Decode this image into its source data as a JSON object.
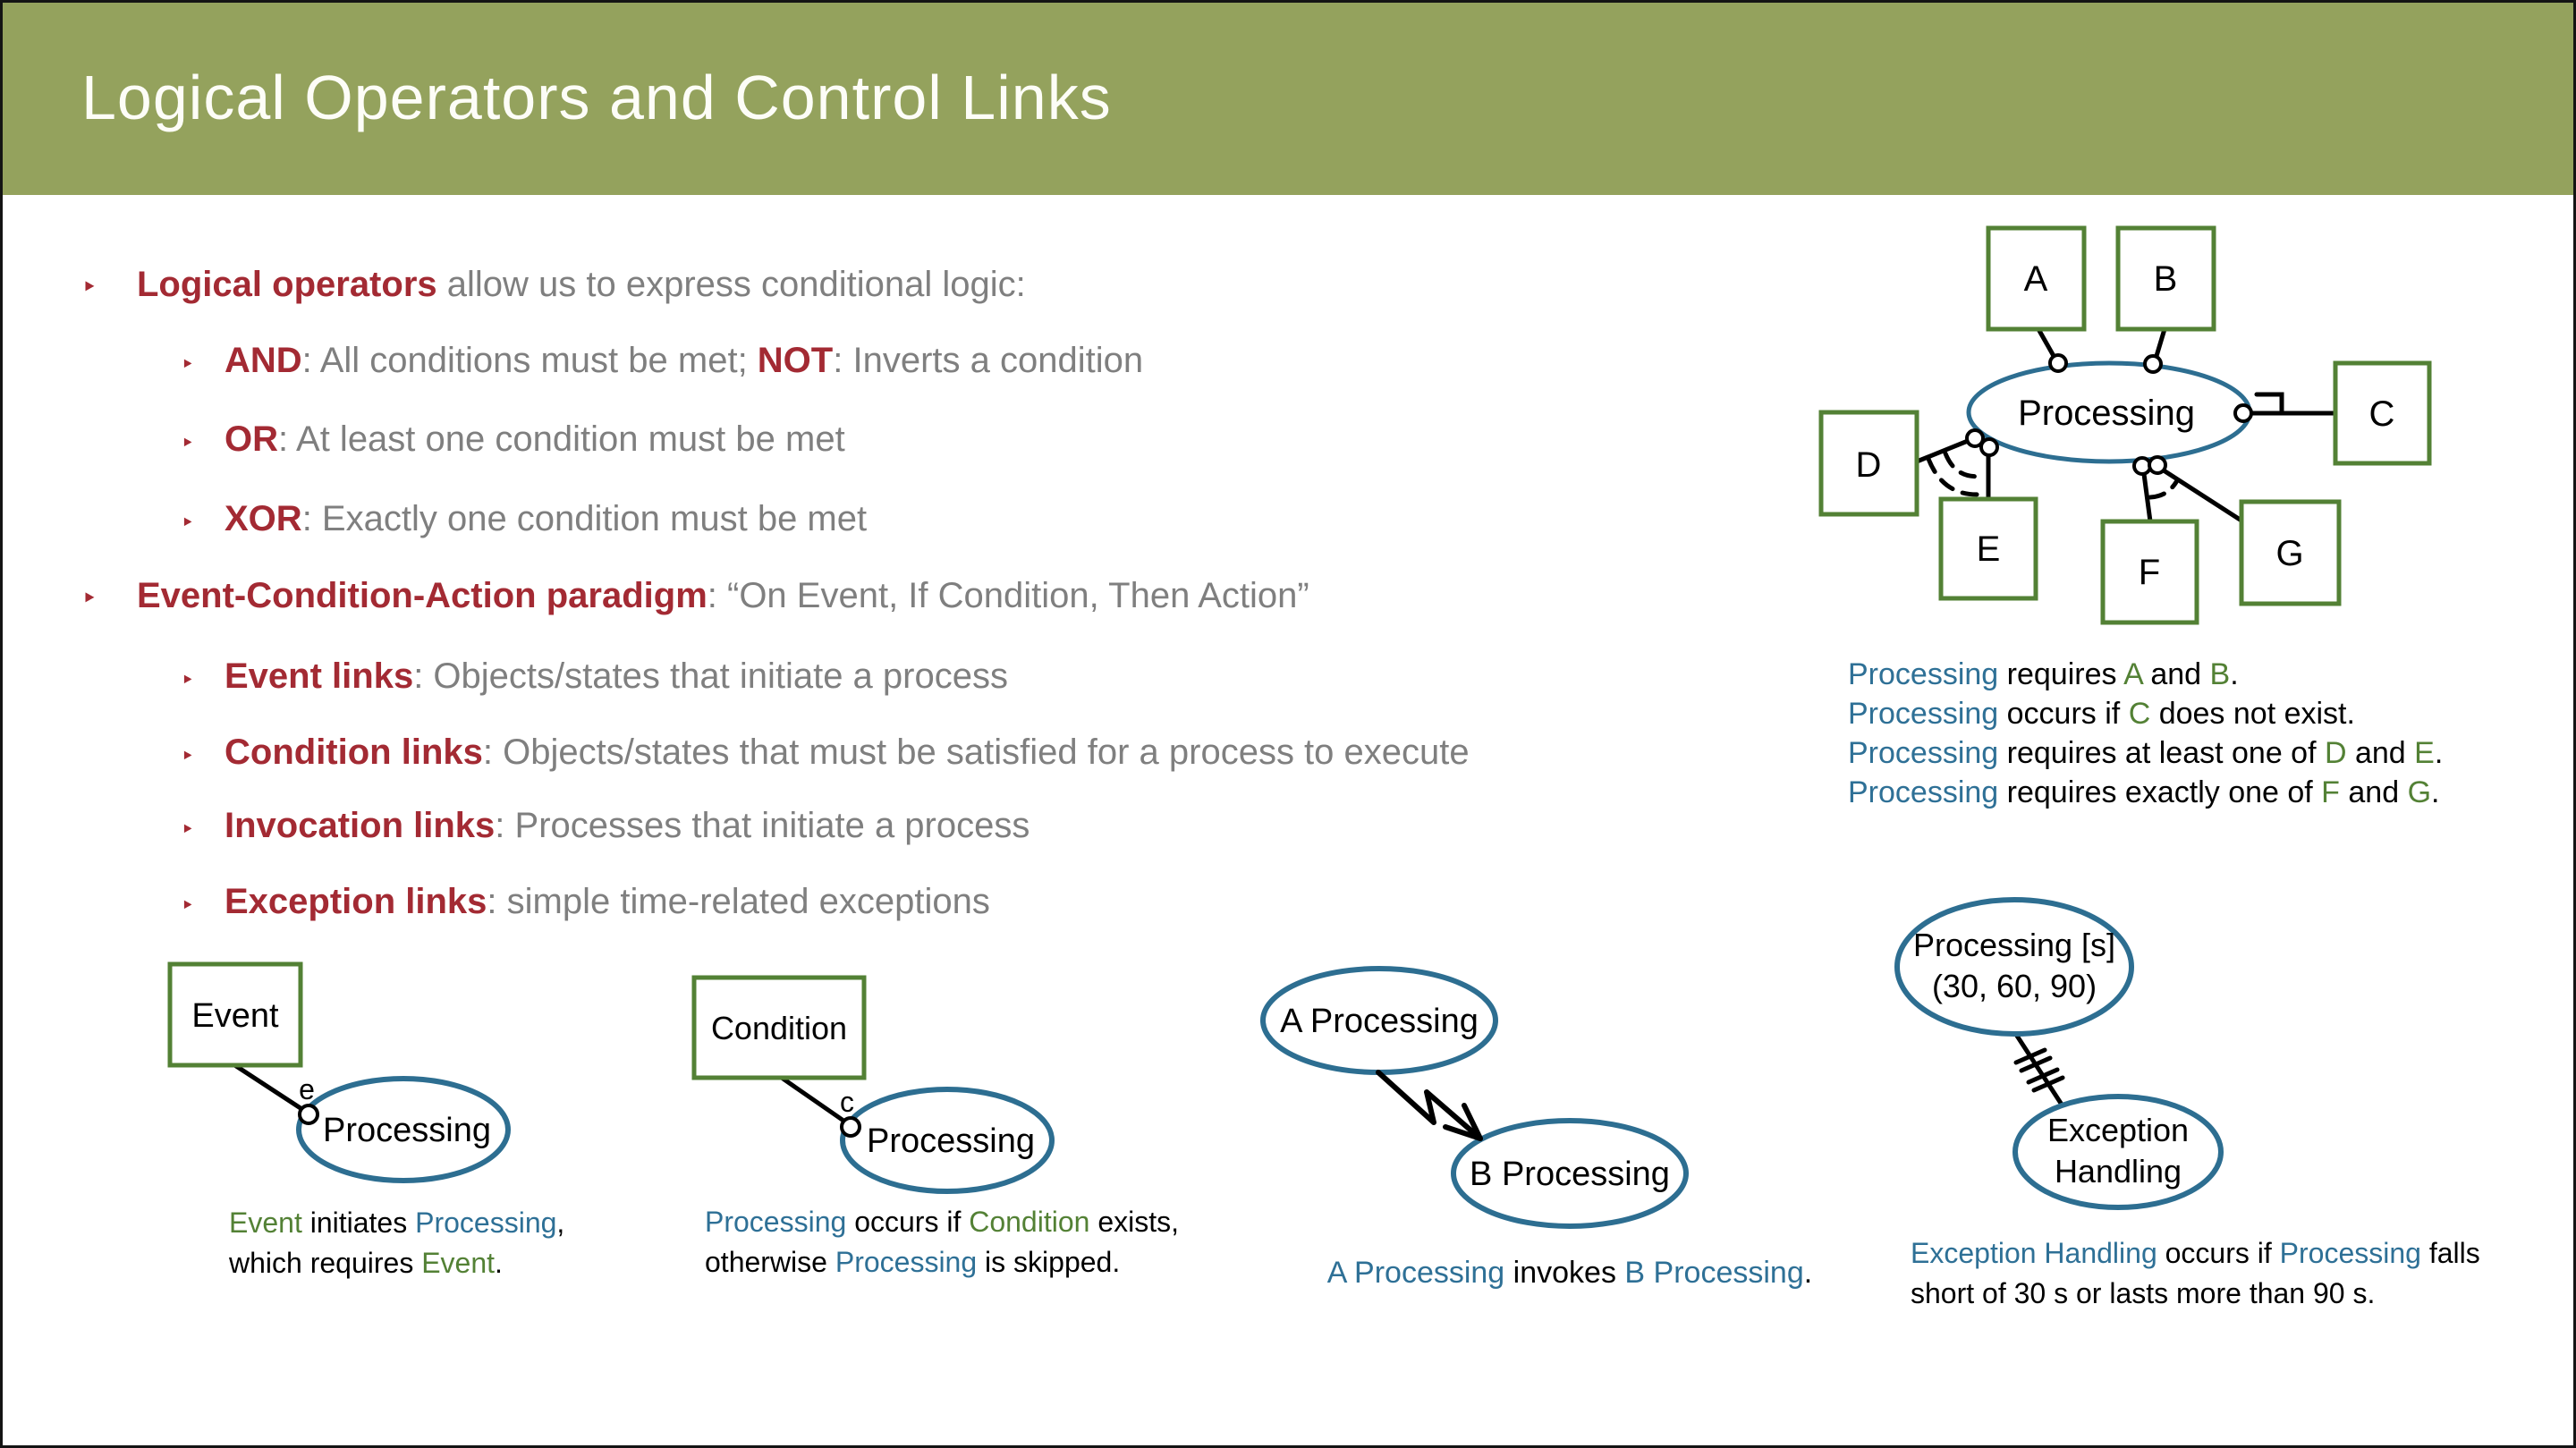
{
  "slide": {
    "title": "Logical Operators and Control Links"
  },
  "colors": {
    "title_bar_green": "#94A25D",
    "accent_red": "#A32A33",
    "body_gray": "#7F7F7F",
    "object_green": "#538135",
    "process_blue": "#2E7096",
    "ink_black": "#000000"
  },
  "bullets": {
    "marker": "‣",
    "b1": {
      "lead": "Logical operators",
      "rest": " allow us to express conditional logic:"
    },
    "b2": {
      "lead": "AND",
      "mid": ": All conditions must be met; ",
      "lead2": "NOT",
      "rest": ": Inverts a condition"
    },
    "b3": {
      "lead": "OR",
      "rest": ": At least one condition must be met"
    },
    "b4": {
      "lead": "XOR",
      "rest": ": Exactly one condition must be met"
    },
    "b5": {
      "lead": "Event-Condition-Action paradigm",
      "rest": ": “On Event, If Condition, Then Action”"
    },
    "b6": {
      "lead": "Event links",
      "rest": ": Objects/states that initiate a process"
    },
    "b7": {
      "lead": "Condition links",
      "rest": ": Objects/states that must be satisfied for a process to execute"
    },
    "b8": {
      "lead": "Invocation links",
      "rest": ": Processes that initiate a process"
    },
    "b9": {
      "lead": "Exception links",
      "rest": ": simple time-related exceptions"
    }
  },
  "opm": {
    "process": "Processing",
    "objects": {
      "a": "A",
      "b": "B",
      "c": "C",
      "d": "D",
      "e": "E",
      "f": "F",
      "g": "G"
    },
    "s1": {
      "p": "Processing",
      "m1": " requires ",
      "o1": "A",
      "m2": " and ",
      "o2": "B",
      "end": "."
    },
    "s2": {
      "p": "Processing",
      "m1": " occurs if ",
      "o1": "C",
      "end": " does not exist."
    },
    "s3": {
      "p": "Processing",
      "m1": " requires at least one of ",
      "o1": "D",
      "m2": " and ",
      "o2": "E",
      "end": "."
    },
    "s4": {
      "p": "Processing",
      "m1": " requires exactly one of ",
      "o1": "F",
      "m2": " and ",
      "o2": "G",
      "end": "."
    }
  },
  "diagrams": {
    "event": {
      "box": "Event",
      "process": "Processing",
      "tag": "e",
      "cap1a": "Event",
      "cap1b": " initiates ",
      "cap1c": "Processing",
      "cap1d": ",",
      "cap2a": "which requires ",
      "cap2b": "Event",
      "cap2c": "."
    },
    "condition": {
      "box": "Condition",
      "process": "Processing",
      "tag": "c",
      "cap1a": "Processing",
      "cap1b": " occurs if ",
      "cap1c": "Condition",
      "cap1d": " exists,",
      "cap2a": "otherwise ",
      "cap2b": "Processing",
      "cap2c": " is skipped."
    },
    "invocation": {
      "e1": "A Processing",
      "e2": "B Processing",
      "cap1a": "A Processing",
      "cap1b": " invokes ",
      "cap1c": "B Processing",
      "cap1d": "."
    },
    "exception": {
      "e1line1": "Processing [s]",
      "e1line2": "(30, 60, 90)",
      "e2line1": "Exception",
      "e2line2": "Handling",
      "cap1a": "Exception Handling",
      "cap1b": " occurs if ",
      "cap1c": "Processing",
      "cap1d": " falls",
      "cap2": "short of 30 s or lasts more than 90 s."
    }
  }
}
